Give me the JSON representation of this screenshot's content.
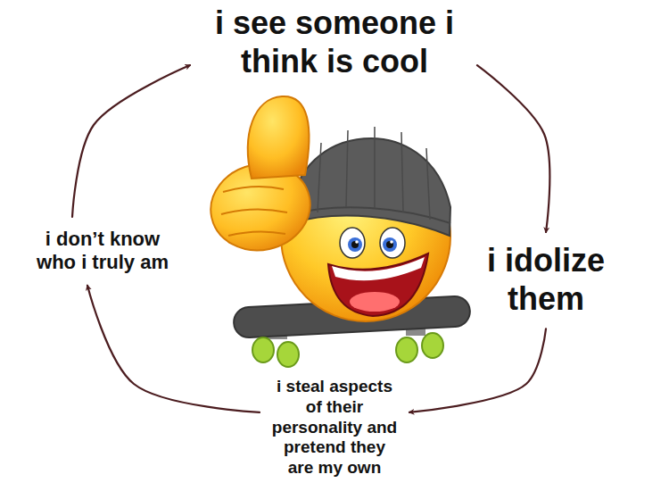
{
  "diagram": {
    "nodes": [
      {
        "text": [
          "i see someone i think is cool"
        ]
      },
      {
        "text": [
          "i idolize them"
        ]
      },
      {
        "text": [
          "i steal aspects of their personality and pretend they are my own"
        ]
      },
      {
        "text": [
          "i don’t know who i truly am"
        ]
      }
    ],
    "edges": [
      {
        "from": 0,
        "to": 1,
        "arrow": "to"
      },
      {
        "from": 1,
        "to": 2,
        "arrow": "to"
      },
      {
        "from": 2,
        "to": 3,
        "arrow": "to"
      },
      {
        "from": 3,
        "to": 0,
        "arrow": "to"
      }
    ]
  }
}
